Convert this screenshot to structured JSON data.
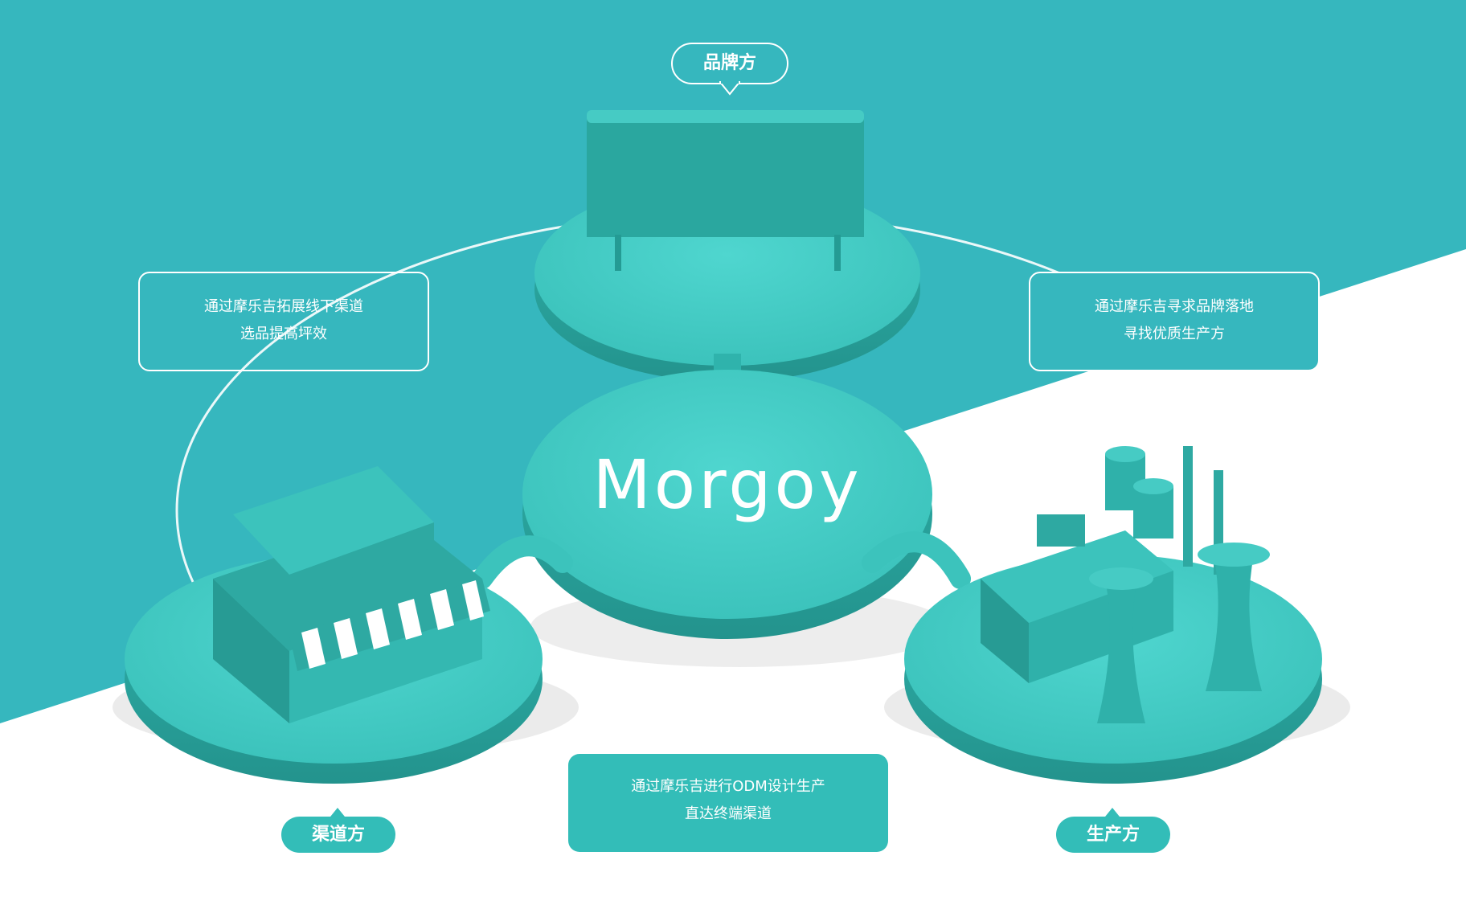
{
  "colors": {
    "teal_background": "#36b7be",
    "platform_teal": "#3fc9c2",
    "platform_dark": "#2aa69f",
    "white": "#ffffff"
  },
  "logo": {
    "text": "Morgoy"
  },
  "labels": {
    "brand": "品牌方",
    "channel": "渠道方",
    "production": "生产方"
  },
  "info": {
    "left": {
      "line1": "通过摩乐吉拓展线下渠道",
      "line2": "选品提高坪效"
    },
    "right": {
      "line1": "通过摩乐吉寻求品牌落地",
      "line2": "寻找优质生产方"
    },
    "bottom": {
      "line1": "通过摩乐吉进行ODM设计生产",
      "line2": "直达终端渠道"
    }
  },
  "icons": {
    "billboard": "billboard-icon",
    "store": "storefront-icon",
    "factory": "factory-icon"
  }
}
